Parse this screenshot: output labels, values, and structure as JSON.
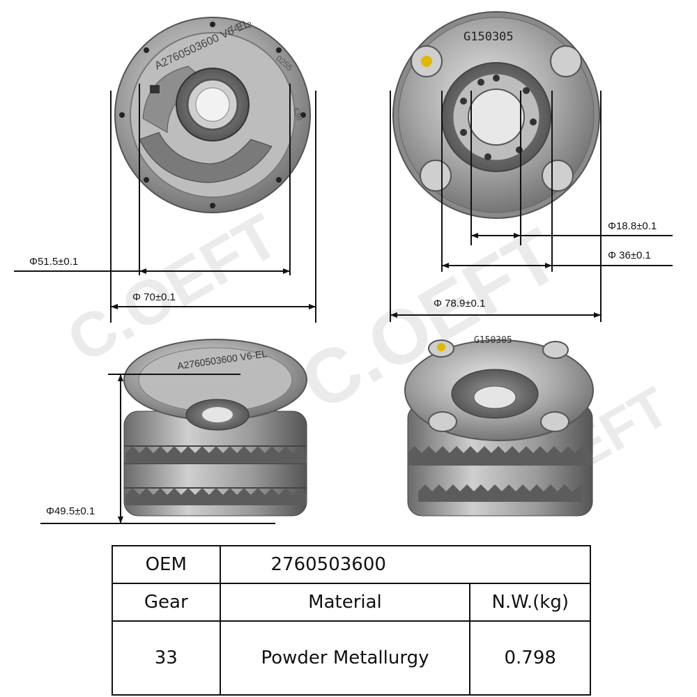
{
  "watermark": "C.OEFT",
  "top_left": {
    "part_stamp": "A2760503600 V6-EL",
    "stamp_codes": [
      "16113",
      "0255",
      "438"
    ],
    "dims": {
      "inner": "Φ51.5±0.1",
      "outer": "Φ  70±0.1"
    }
  },
  "top_right": {
    "part_stamp": "G150305",
    "dims": {
      "bore": "Φ18.8±0.1",
      "hub": "Φ  36±0.1",
      "outer": "Φ  78.9±0.1"
    }
  },
  "bottom_left": {
    "part_stamp": "A2760503600 V6-EL",
    "dims": {
      "height": "Φ49.5±0.1"
    }
  },
  "bottom_right": {
    "part_stamp": "G150305"
  },
  "spec_table": {
    "oem_label": "OEM",
    "oem_value": "2760503600",
    "headers": [
      "Gear",
      "Material",
      "N.W.(kg)"
    ],
    "values": [
      "33",
      "Powder Metallurgy",
      "0.798"
    ]
  }
}
